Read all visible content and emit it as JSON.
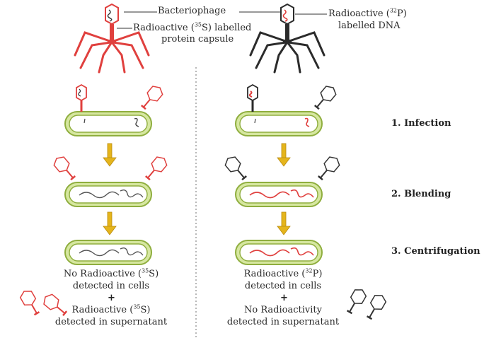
{
  "labels": {
    "bacteriophage": "Bacteriophage",
    "s35_protein_line1_pre": "Radioactive (",
    "s35_mass": "35",
    "s35_protein_line1_post": "S) labelled",
    "s35_protein_line2": "protein capsule",
    "p32_dna_line1_pre": "Radioactive (",
    "p32_mass": "32",
    "p32_dna_line1_post": "P)",
    "p32_dna_line2": "labelled DNA"
  },
  "steps": [
    "1. Infection",
    "2. Blending",
    "3. Centrifugation"
  ],
  "results": {
    "left_cells_pre": "No Radioactive (",
    "left_cells_mass": "35",
    "left_cells_post": "S)",
    "left_cells_line2": "detected in cells",
    "left_super_pre": "Radioactive (",
    "left_super_mass": "35",
    "left_super_post": "S)",
    "left_super_line2": "detected in supernatant",
    "right_cells_pre": "Radioactive (",
    "right_cells_mass": "32",
    "right_cells_post": "P)",
    "right_cells_line2": "detected in cells",
    "right_super_line1": "No Radioactivity",
    "right_super_line2": "detected in supernatant",
    "plus": "+"
  },
  "colors": {
    "radioactive": "#e0403e",
    "phage_black": "#2b2b2b",
    "cell_fill": "#d6e7a0",
    "cell_edge": "#8fae3e",
    "arrow": "#e5b51c",
    "divider": "#9a9a9a"
  },
  "icons": [
    "bacteriophage-icon",
    "bacterial-cell-icon",
    "down-arrow-icon",
    "dna-strand-icon",
    "empty-phage-ghost-icon"
  ]
}
